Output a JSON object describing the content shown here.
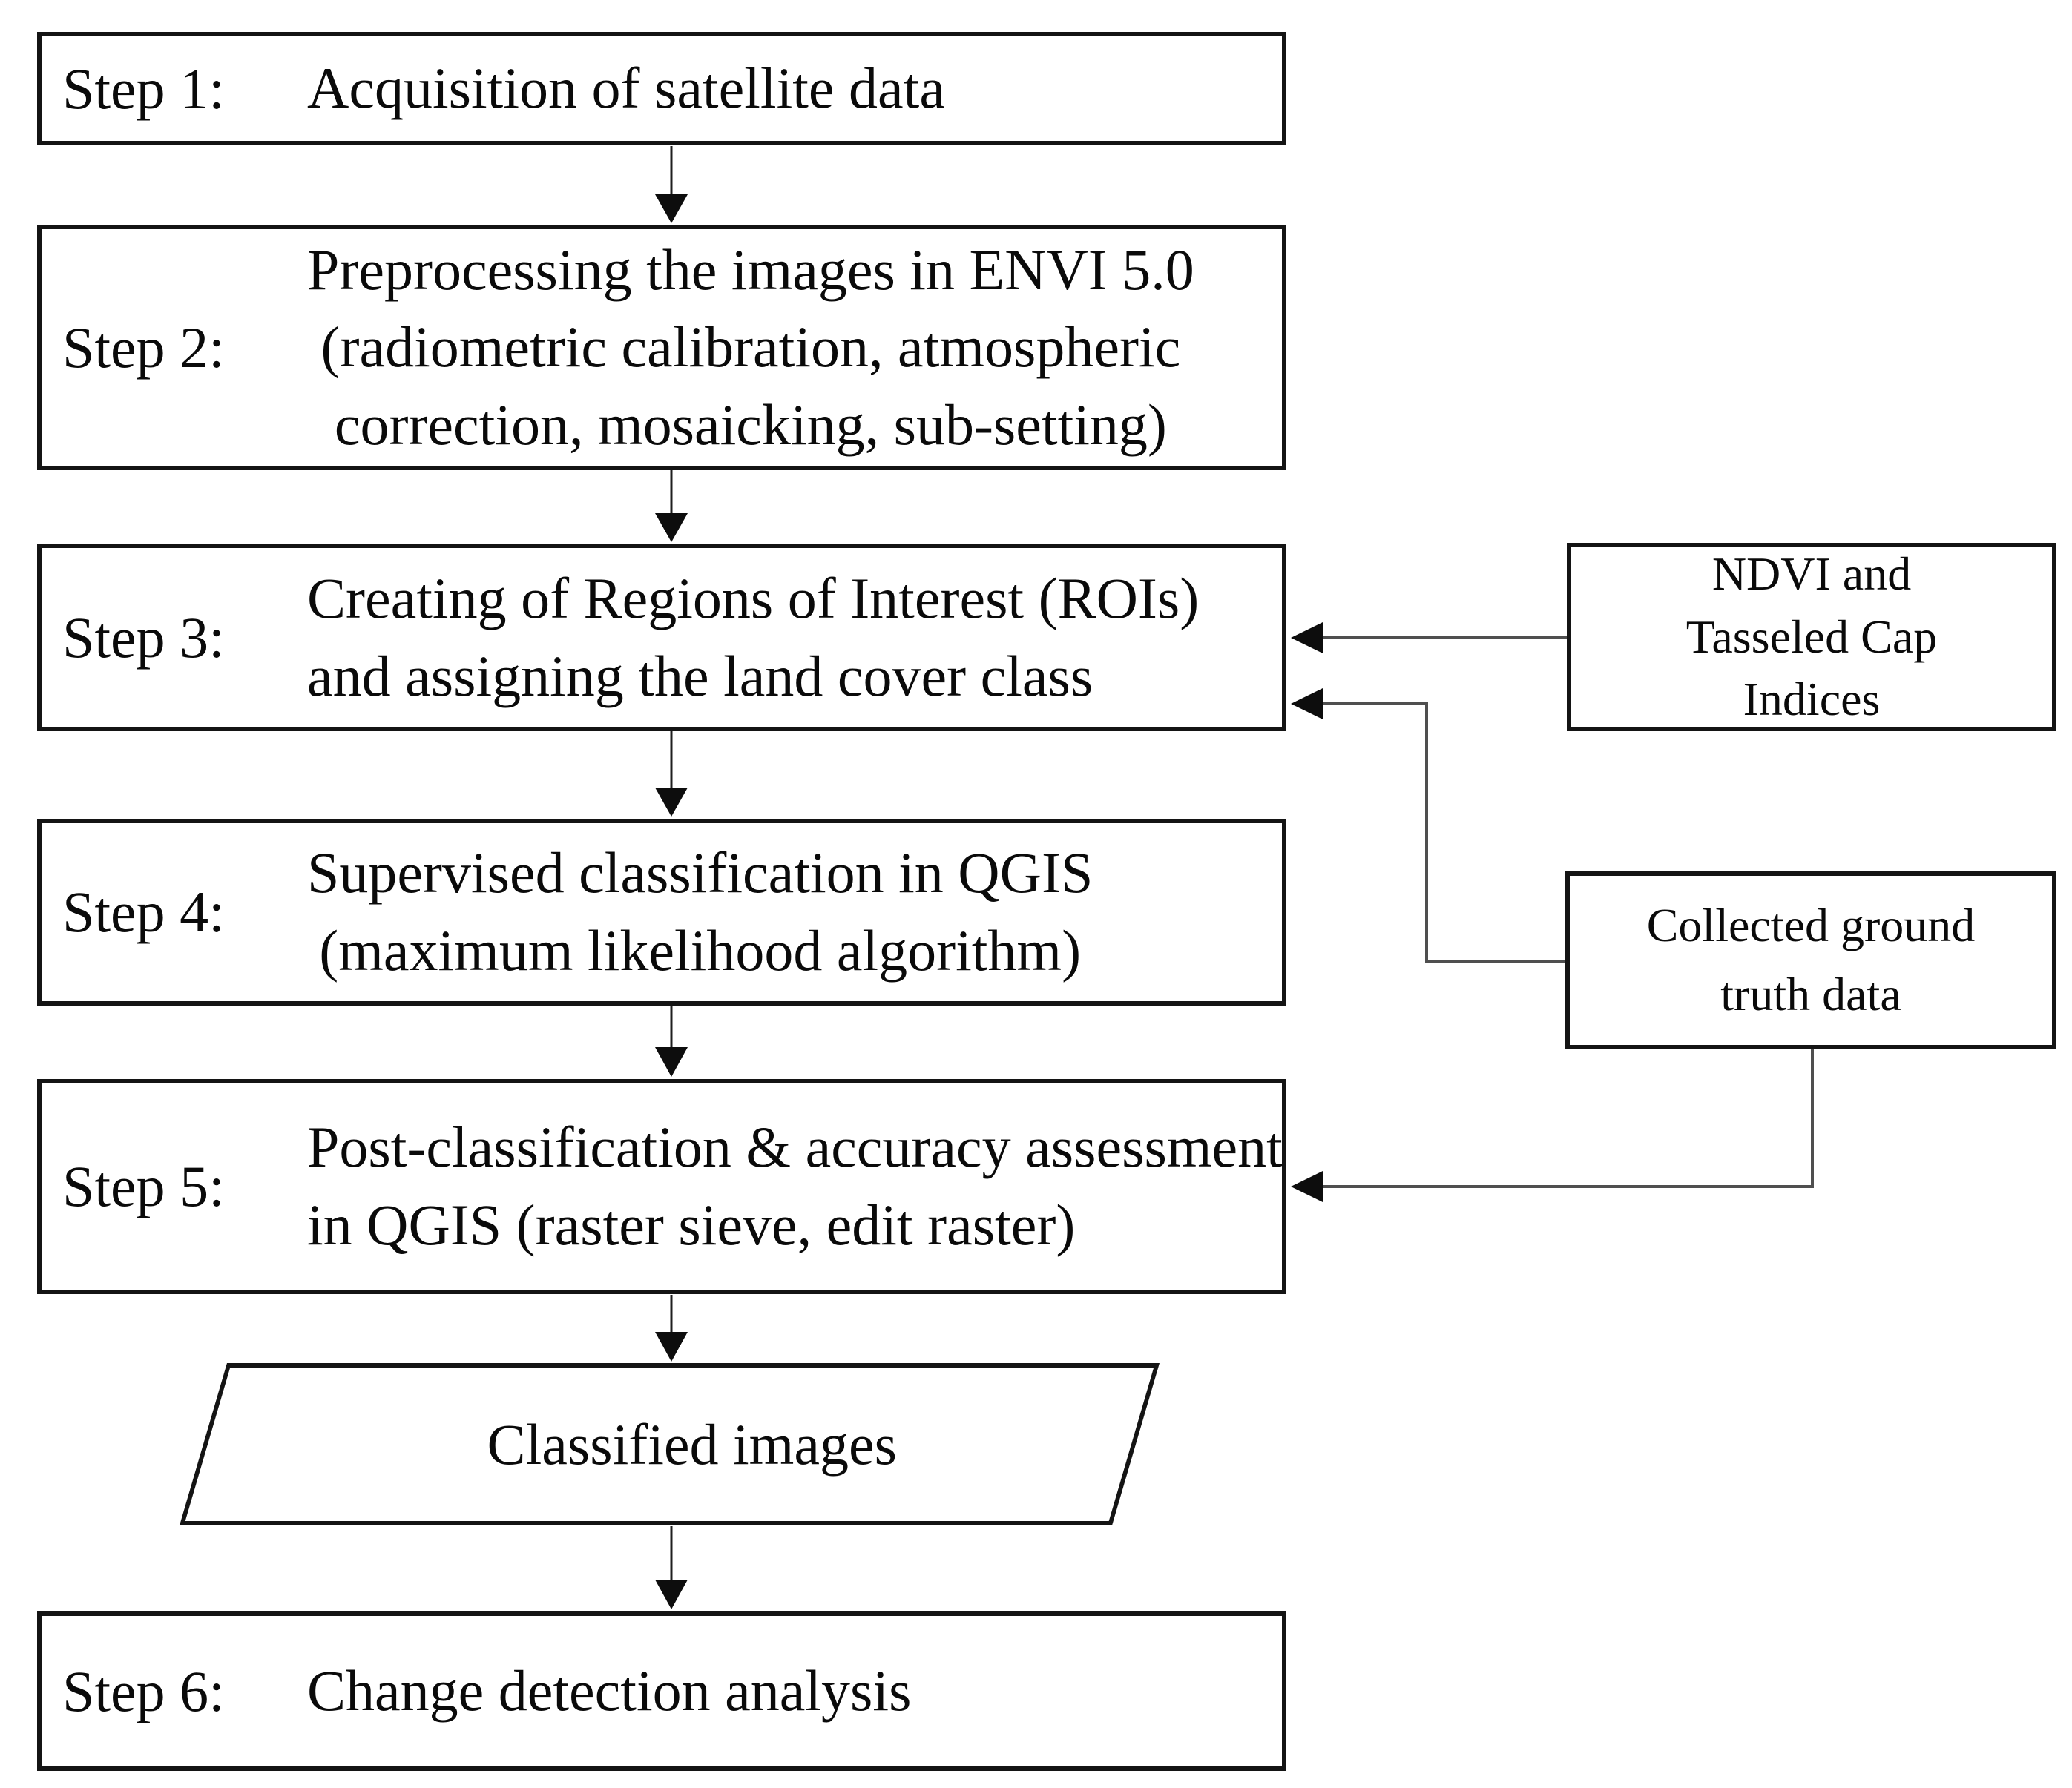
{
  "diagram": {
    "steps": [
      {
        "label": "Step 1:",
        "lines": [
          "Acquisition of satellite data"
        ]
      },
      {
        "label": "Step 2:",
        "lines": [
          "Preprocessing the images in ENVI 5.0",
          "(radiometric calibration, atmospheric",
          "correction, mosaicking, sub-setting)"
        ]
      },
      {
        "label": "Step 3:",
        "lines": [
          "Creating of Regions of Interest (ROIs)",
          "and assigning the land cover class"
        ]
      },
      {
        "label": "Step 4:",
        "lines": [
          "Supervised classification in QGIS",
          "(maximum likelihood algorithm)"
        ]
      },
      {
        "label": "Step 5:",
        "lines": [
          "Post-classification & accuracy assessment",
          "in QGIS (raster sieve, edit raster)"
        ]
      },
      {
        "label": "Step 6:",
        "lines": [
          "Change detection analysis"
        ]
      }
    ],
    "output_shape": {
      "label": "Classified images"
    },
    "side_boxes": {
      "ndvi": {
        "lines": [
          "NDVI and",
          "Tasseled Cap",
          "Indices"
        ]
      },
      "ground_truth": {
        "lines": [
          "Collected ground",
          "truth data"
        ]
      }
    },
    "connections": [
      {
        "from": "step1",
        "to": "step2"
      },
      {
        "from": "step2",
        "to": "step3"
      },
      {
        "from": "step3",
        "to": "step4"
      },
      {
        "from": "step4",
        "to": "step5"
      },
      {
        "from": "step5",
        "to": "classified-images"
      },
      {
        "from": "classified-images",
        "to": "step6"
      },
      {
        "from": "ndvi-tasseled-cap-indices",
        "to": "step3"
      },
      {
        "from": "collected-ground-truth-data",
        "to": "step3"
      },
      {
        "from": "collected-ground-truth-data",
        "to": "step5"
      }
    ],
    "colors": {
      "background": "#ffffff",
      "border": "#141414",
      "text": "#0a0a0a",
      "flow_line": "#1f1f1f",
      "side_line": "#4f4f4f",
      "arrowhead": "#0d0d0d"
    }
  }
}
